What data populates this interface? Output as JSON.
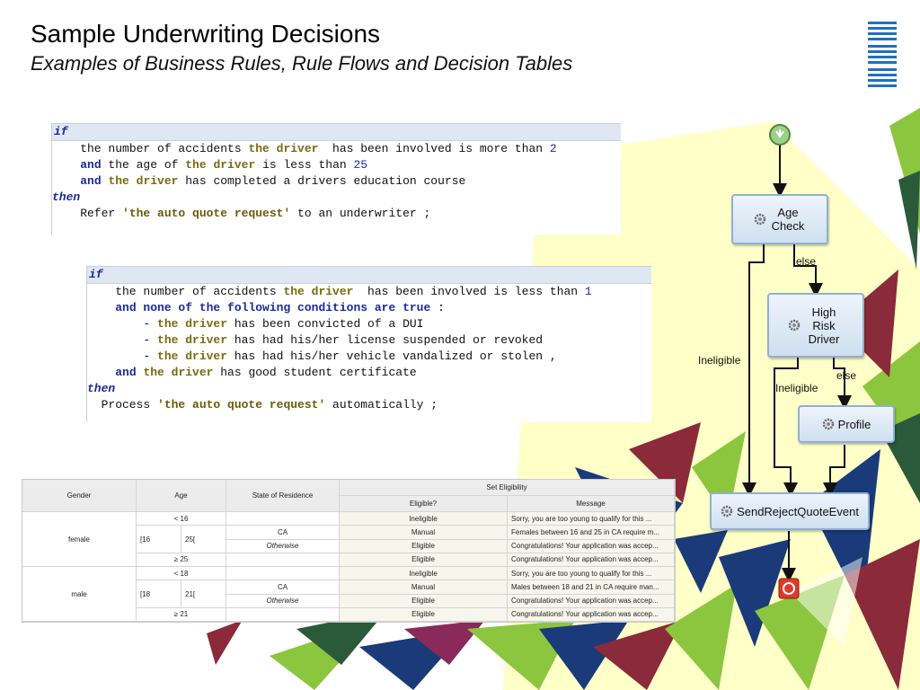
{
  "slide": {
    "title": "Sample Underwriting Decisions",
    "subtitle": "Examples of Business Rules, Rule Flows and Decision Tables",
    "logo_text": "IBM"
  },
  "colors": {
    "accent_blue": "#1a2a9a",
    "green": "#8cc63f",
    "navy": "#1a3a7a",
    "maroon": "#8a2a3a",
    "yellow": "#ffffc8"
  },
  "rule1": {
    "lines": [
      [
        {
          "t": "if",
          "c": "kw"
        }
      ],
      [
        {
          "t": "    the number of accidents ",
          "c": ""
        },
        {
          "t": "the driver",
          "c": "obj"
        },
        {
          "t": "  has been involved is more than ",
          "c": ""
        },
        {
          "t": "2",
          "c": "num"
        }
      ],
      [
        {
          "t": "    ",
          "c": ""
        },
        {
          "t": "and",
          "c": "kw2"
        },
        {
          "t": " the age of ",
          "c": ""
        },
        {
          "t": "the driver",
          "c": "obj"
        },
        {
          "t": " is less than ",
          "c": ""
        },
        {
          "t": "25",
          "c": "num"
        }
      ],
      [
        {
          "t": "    ",
          "c": ""
        },
        {
          "t": "and",
          "c": "kw2"
        },
        {
          "t": " ",
          "c": ""
        },
        {
          "t": "the driver",
          "c": "obj"
        },
        {
          "t": " has completed a drivers education course",
          "c": ""
        }
      ],
      [
        {
          "t": "then",
          "c": "kw"
        }
      ],
      [
        {
          "t": "    Refer ",
          "c": ""
        },
        {
          "t": "'the auto quote request'",
          "c": "str"
        },
        {
          "t": " to an underwriter ;",
          "c": ""
        }
      ]
    ]
  },
  "rule2": {
    "lines": [
      [
        {
          "t": "if",
          "c": "kw"
        }
      ],
      [
        {
          "t": "    the number of accidents ",
          "c": ""
        },
        {
          "t": "the driver",
          "c": "obj"
        },
        {
          "t": "  has been involved is less than ",
          "c": ""
        },
        {
          "t": "1",
          "c": "num"
        }
      ],
      [
        {
          "t": "    ",
          "c": ""
        },
        {
          "t": "and none of the following conditions are true :",
          "c": "kw2"
        }
      ],
      [
        {
          "t": "        - ",
          "c": ""
        },
        {
          "t": "the driver",
          "c": "obj"
        },
        {
          "t": " has been convicted of a DUI",
          "c": ""
        }
      ],
      [
        {
          "t": "        - ",
          "c": ""
        },
        {
          "t": "the driver",
          "c": "obj"
        },
        {
          "t": " has had his/her license suspended or revoked",
          "c": ""
        }
      ],
      [
        {
          "t": "        - ",
          "c": ""
        },
        {
          "t": "the driver",
          "c": "obj"
        },
        {
          "t": " has had his/her vehicle vandalized or stolen ,",
          "c": ""
        }
      ],
      [
        {
          "t": "    ",
          "c": ""
        },
        {
          "t": "and",
          "c": "kw2"
        },
        {
          "t": " ",
          "c": ""
        },
        {
          "t": "the driver",
          "c": "obj"
        },
        {
          "t": " has good student certificate",
          "c": ""
        }
      ],
      [
        {
          "t": "then",
          "c": "kw"
        }
      ],
      [
        {
          "t": "  Process ",
          "c": ""
        },
        {
          "t": "'the auto quote request'",
          "c": "str"
        },
        {
          "t": " automatically ;",
          "c": ""
        }
      ]
    ]
  },
  "decision_table": {
    "headers": {
      "gender": "Gender",
      "age": "Age",
      "state": "State of Residence",
      "set_eligibility": "Set Eligibility",
      "eligible": "Eligible?",
      "message": "Message"
    },
    "groups": [
      {
        "gender": "female",
        "range_low": "[16",
        "range_high": "25["
      },
      {
        "gender": "male",
        "range_low": "[18",
        "range_high": "21["
      }
    ],
    "rows": [
      {
        "age": "< 16",
        "state": "",
        "eligible": "Ineligible",
        "message": "Sorry, you are too young to qualify for this ..."
      },
      {
        "age": "",
        "state": "CA",
        "eligible": "Manual",
        "message": "Females between 16 and 25 in CA require m..."
      },
      {
        "age": "",
        "state": "Otherwise",
        "eligible": "Eligible",
        "message": "Congratulations! Your application was accep..."
      },
      {
        "age": "≥ 25",
        "state": "",
        "eligible": "Eligible",
        "message": "Congratulations! Your application was accep..."
      },
      {
        "age": "< 18",
        "state": "",
        "eligible": "Ineligible",
        "message": "Sorry, you are too young to qualify for this ..."
      },
      {
        "age": "",
        "state": "CA",
        "eligible": "Manual",
        "message": "Males between 18 and 21 in CA require man..."
      },
      {
        "age": "",
        "state": "Otherwise",
        "eligible": "Eligible",
        "message": "Congratulations! Your application was accep..."
      },
      {
        "age": "≥ 21",
        "state": "",
        "eligible": "Eligible",
        "message": "Congratulations! Your application was accep..."
      }
    ]
  },
  "flow": {
    "age_check": "Age Check",
    "high_risk": "High Risk Driver",
    "profile": "Profile",
    "send_reject": "SendRejectQuoteEvent",
    "label_else_1": "else",
    "label_else_2": "else",
    "label_ineligible_1": "Ineligible",
    "label_ineligible_2": "Ineligible"
  }
}
